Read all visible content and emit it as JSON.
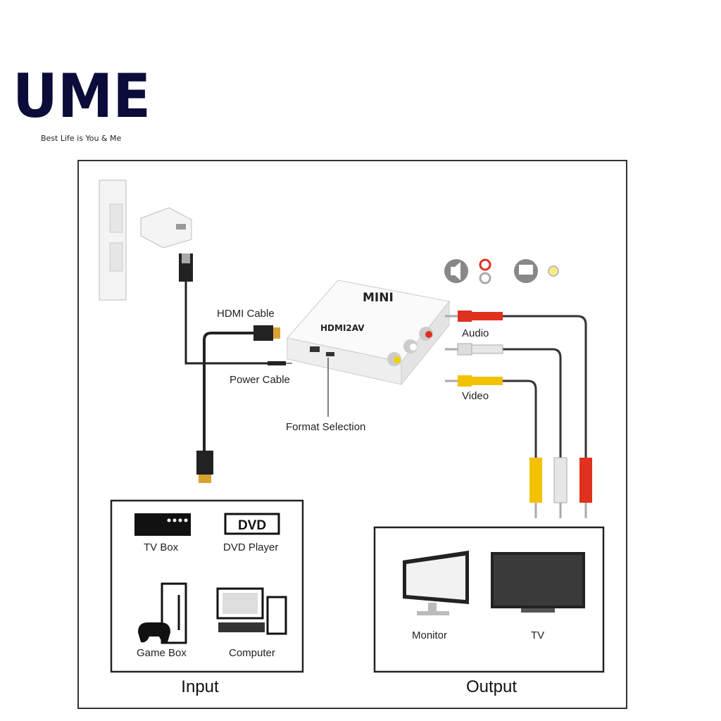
{
  "logo": {
    "brand": "UME",
    "tagline": "Best Life is You & Me"
  },
  "device": {
    "top_label": "MINI",
    "model_label": "HDMI2AV"
  },
  "labels": {
    "hdmi_cable": "HDMI Cable",
    "power_cable": "Power Cable",
    "format_selection": "Format Selection",
    "audio": "Audio",
    "video": "Video"
  },
  "input": {
    "title": "Input",
    "items": [
      "TV Box",
      "DVD Player",
      "Game Box",
      "Computer"
    ],
    "dvd_badge": "DVD"
  },
  "output": {
    "title": "Output",
    "items": [
      "Monitor",
      "TV"
    ]
  },
  "colors": {
    "logo": "#0c0c3a",
    "rca_red": "#e0301e",
    "rca_white": "#e6e6e6",
    "rca_yellow": "#f2c200"
  }
}
